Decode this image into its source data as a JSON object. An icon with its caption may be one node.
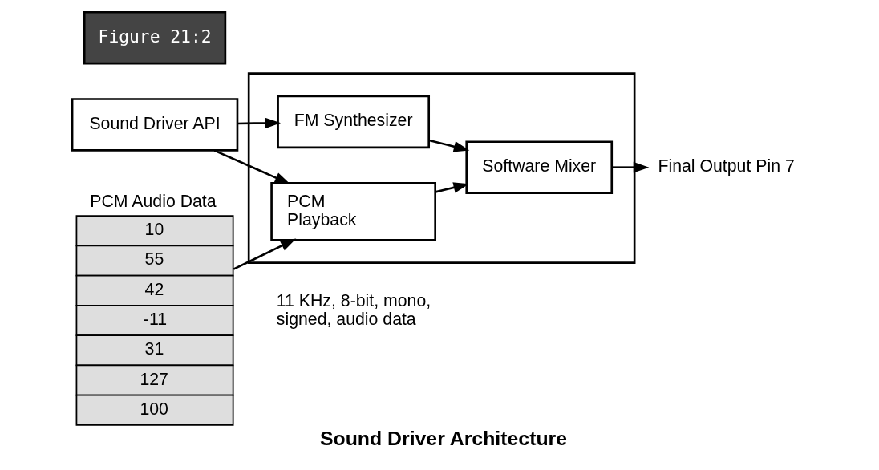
{
  "diagram": {
    "caption": "Sound Driver Architecture",
    "nodes": [
      {
        "text": [
          "Sound Driver API"
        ]
      },
      {
        "text": [],
        "shape": "box"
      },
      {
        "text": [
          "FM Synthesizer"
        ],
        "in": 1
      },
      {
        "text": [
          "PCM",
          "Playback"
        ],
        "in": 1
      },
      {
        "text": [
          "Software Mixer"
        ],
        "in": 1
      },
      {
        "text": [
          "Final Output Pin 7"
        ]
      },
      {
        "text": [
          "PCM Audio Data",
          "10",
          "55",
          "42",
          "-11",
          "31",
          "127",
          "100"
        ],
        "beside": [
          "11 KHz, 8-bit, mono, signed, audio data"
        ]
      }
    ],
    "edges": [
      {
        "from": 0,
        "to": 2,
        "arrow": "to"
      },
      {
        "from": 0,
        "to": 3,
        "arrow": "to"
      },
      {
        "from": 6,
        "to": 3,
        "arrow": "to"
      },
      {
        "from": 2,
        "to": 4,
        "arrow": "to"
      },
      {
        "from": 3,
        "to": 4,
        "arrow": "to"
      },
      {
        "from": 4,
        "to": 5,
        "arrow": "to"
      }
    ],
    "labels": [
      "Figure 21:2"
    ]
  }
}
